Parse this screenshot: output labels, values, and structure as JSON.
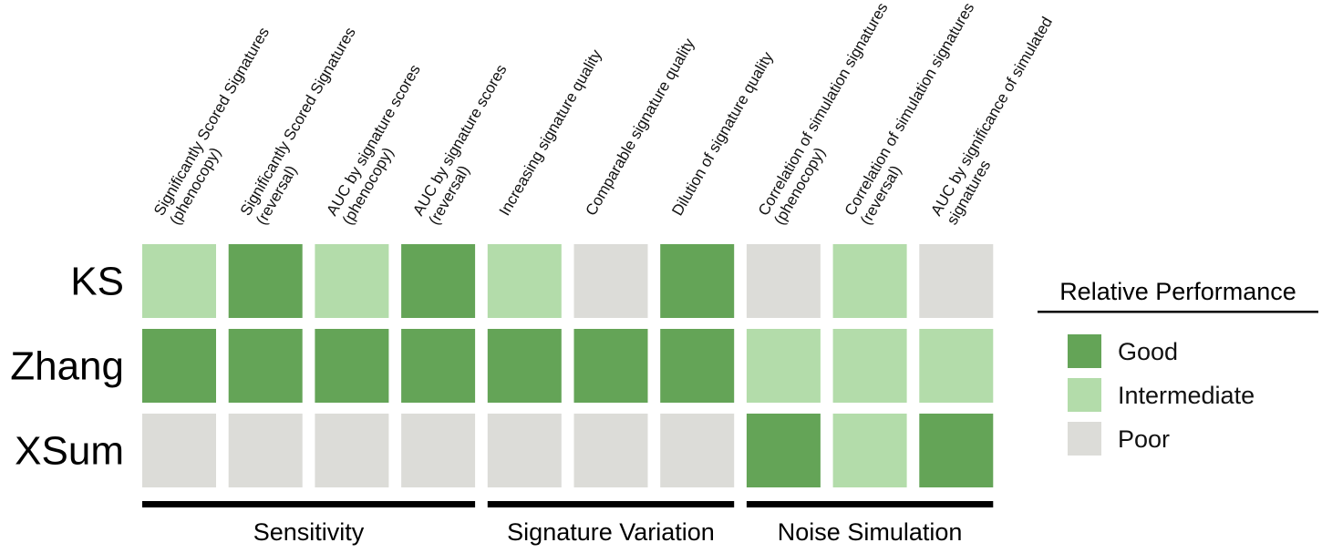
{
  "colors": {
    "good": "#64a457",
    "intermediate": "#b3dcaa",
    "poor": "#dcdcd8",
    "rule": "#000000"
  },
  "chart_data": {
    "type": "heatmap",
    "columns": [
      [
        "Significantly Scored Signatures",
        "(phenocopy)"
      ],
      [
        "Significantly Scored Signatures",
        "(reversal)"
      ],
      [
        "AUC by signature scores",
        "(phenocopy)"
      ],
      [
        "AUC by signature scores",
        "(reversal)"
      ],
      [
        "Increasing signature quality"
      ],
      [
        "Comparable signature quality"
      ],
      [
        "Dilution of signature quality"
      ],
      [
        "Correlation of simulation signatures",
        "(phenocopy)"
      ],
      [
        "Correlation of simulation signatures",
        "(reversal)"
      ],
      [
        "AUC by significance of simulated",
        "signatures"
      ]
    ],
    "rows": [
      "KS",
      "Zhang",
      "XSum"
    ],
    "values": [
      [
        "intermediate",
        "good",
        "intermediate",
        "good",
        "intermediate",
        "poor",
        "good",
        "poor",
        "intermediate",
        "poor"
      ],
      [
        "good",
        "good",
        "good",
        "good",
        "good",
        "good",
        "good",
        "intermediate",
        "intermediate",
        "intermediate"
      ],
      [
        "poor",
        "poor",
        "poor",
        "poor",
        "poor",
        "poor",
        "poor",
        "good",
        "intermediate",
        "good"
      ]
    ],
    "groups": [
      {
        "label": "Sensitivity",
        "start": 0,
        "end": 3
      },
      {
        "label": "Signature Variation",
        "start": 4,
        "end": 6
      },
      {
        "label": "Noise Simulation",
        "start": 7,
        "end": 9
      }
    ],
    "legend": {
      "title": "Relative Performance",
      "position": "right",
      "items": [
        {
          "key": "good",
          "label": "Good"
        },
        {
          "key": "intermediate",
          "label": "Intermediate"
        },
        {
          "key": "poor",
          "label": "Poor"
        }
      ]
    }
  }
}
